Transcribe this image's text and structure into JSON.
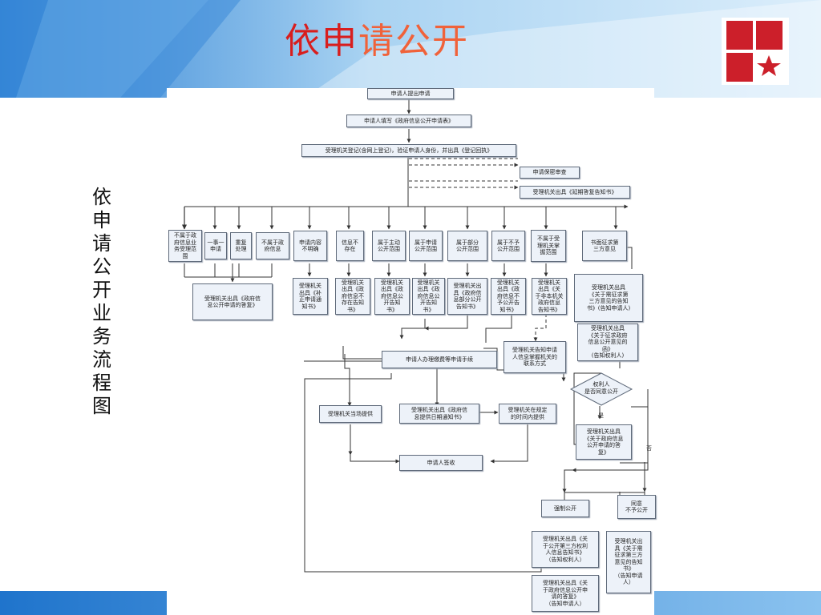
{
  "slide": {
    "title_part1": "依申",
    "title_part2": "请公开",
    "side_title": "依申请公开业务流程图",
    "colors": {
      "title_red": "#d81e1e",
      "title_orange": "#f0623a",
      "logo_red": "#cc1f2a",
      "arrow_blue": "#4a84c4"
    }
  },
  "flow": {
    "n_apply": "申请人提出申请",
    "n_fill": "申请人填写《政府信息公开申请表》",
    "n_register": "受理机关登记(含网上登记)，验证申请人身份，并出具《登记回执》",
    "n_secret": "申请保密审查",
    "n_extend": "受理机关出具《延期答复告知书》",
    "n_c1": "不属于政\n府信息业\n务受理范\n围",
    "n_c2": "一事一\n申请",
    "n_c3": "重复\n处理",
    "n_c4": "不属于政\n府信息",
    "n_c5": "申请内容\n不明确",
    "n_c6": "信息不\n存在",
    "n_c7": "属于主动\n公开范围",
    "n_c8": "属于申请\n公开范围",
    "n_c9": "属于部分\n公开范围",
    "n_c10": "属于不予\n公开范围",
    "n_c11": "不属于受\n理机关掌\n握范围",
    "n_c12": "书面征求第\n三方意见",
    "n_r1": "受理机关出具《政府信\n息公开申请的答复》",
    "n_r5": "受理机关\n出具《补\n正申请通\n知书》",
    "n_r6": "受理机关\n出具《政\n府信息不\n存在告知\n书》",
    "n_r7": "受理机关\n出具《政\n府信息公\n开告知\n书》",
    "n_r8": "受理机关\n出具《政\n府信息公\n开告知\n书》",
    "n_r9": "受理机关出\n具《政府信\n息部分公开\n告知书》",
    "n_r10": "受理机关\n出具《政\n府信息不\n予公开告\n知书》",
    "n_r11": "受理机关\n出具《关\n于非本机关\n政府信息\n告知书》",
    "n_inform": "受理机关告知申请\n人信息掌握机关的\n联系方式",
    "n_tp1": "受理机关出具\n《关于需征求第\n三方意见的告知\n书》(告知申请人)",
    "n_tp2": "受理机关出具\n《关于征求政府\n信息公开意见的\n函》\n(告知权利人)",
    "n_fee": "申请人办理缴费等申请手续",
    "n_site": "受理机关当场提供",
    "n_date": "受理机关出具《政府信\n息提供日期通知书》",
    "n_within": "受理机关在规定\n的时间内提供",
    "n_sign": "申请人签收",
    "d_agree": "权利人\n是否同意公开",
    "lbl_yes": "是",
    "lbl_no": "否",
    "n_tpreply": "受理机关出具\n《关于政府信息\n公开申请的答\n复》",
    "n_force": "强制公开",
    "n_agreeno": "同意\n不予公开",
    "n_f1": "受理机关出具《关\n于公开第三方权利\n人信息告知书》\n（告知权利人）",
    "n_f2": "受理机关出具《关\n于政府信息公开申\n请的答复》\n（告知申请人）",
    "n_n1": "受理机关出\n具《关于需\n征求第三方\n意见的告知\n书》\n（告知申请\n人）"
  }
}
